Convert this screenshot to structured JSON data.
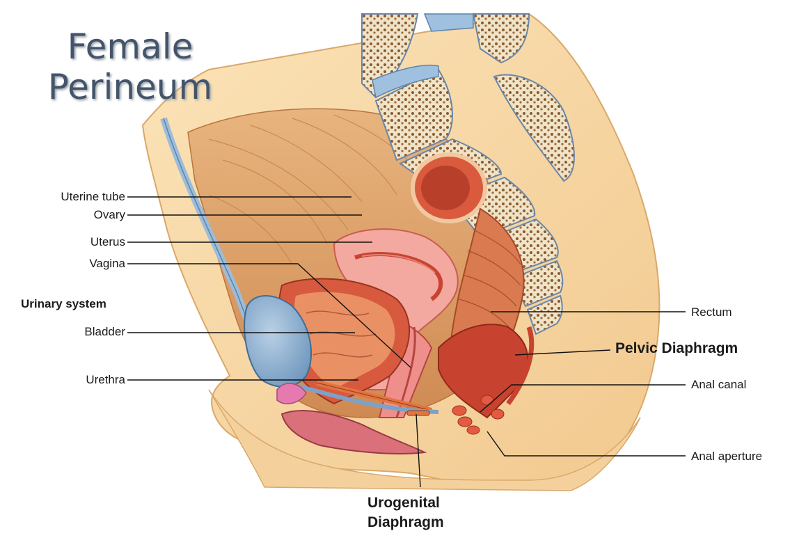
{
  "title_line1": "Female",
  "title_line2": "Perineum",
  "labels": {
    "uterine_tube": "Uterine tube",
    "ovary": "Ovary",
    "uterus": "Uterus",
    "vagina": "Vagina",
    "urinary_system": "Urinary system",
    "bladder": "Bladder",
    "urethra": "Urethra",
    "rectum": "Rectum",
    "pelvic_diaphragm": "Pelvic Diaphragm",
    "anal_canal": "Anal canal",
    "anal_aperture": "Anal aperture",
    "urogenital_line1": "Urogenital",
    "urogenital_line2": "Diaphragm"
  },
  "colors": {
    "skin": "#f7d9a8",
    "flesh": "#d9955a",
    "muscle_red": "#c8432f",
    "pink": "#e98c8c",
    "bladder_blue": "#8fb1cf",
    "bone": "#f1e6cf",
    "title": "#44546a"
  }
}
